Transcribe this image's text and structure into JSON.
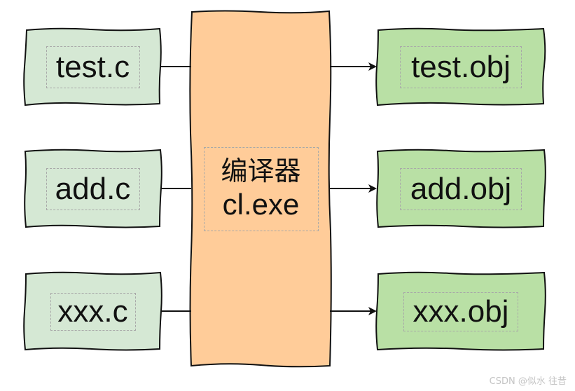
{
  "inputs": [
    {
      "label": "test.c"
    },
    {
      "label": "add.c"
    },
    {
      "label": "xxx.c"
    }
  ],
  "outputs": [
    {
      "label": "test.obj"
    },
    {
      "label": "add.obj"
    },
    {
      "label": "xxx.obj"
    }
  ],
  "compiler": {
    "line1": "编译器",
    "line2": "cl.exe"
  },
  "watermark": "CSDN @似水  往昔",
  "colors": {
    "input_fill": "#d5e8d4",
    "output_fill": "#b9e0a5",
    "compiler_fill": "#ffcc99",
    "stroke": "#111111"
  }
}
